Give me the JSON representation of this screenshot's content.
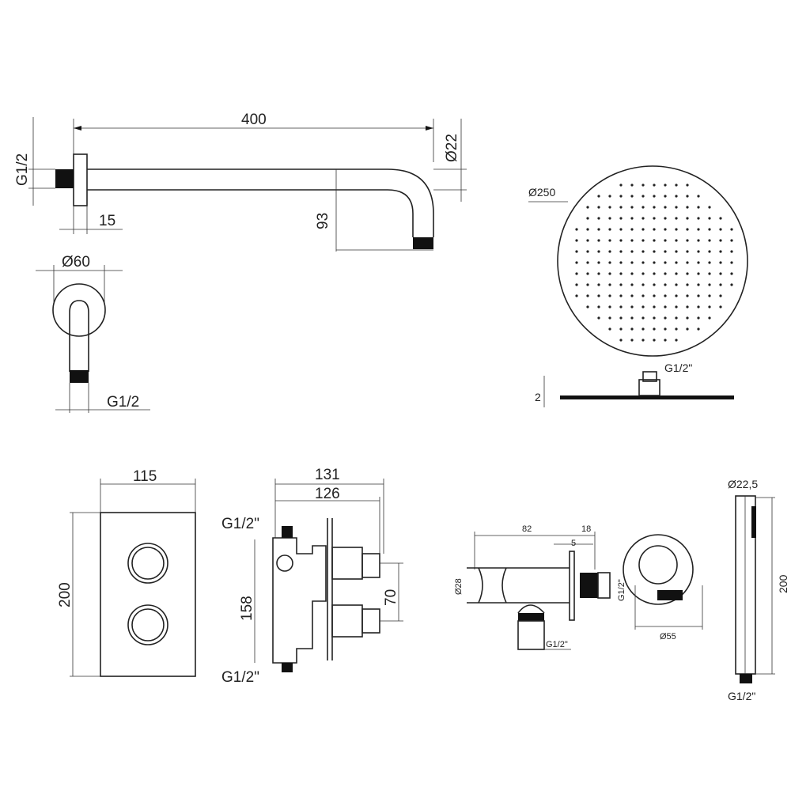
{
  "shower_arm": {
    "length": "400",
    "pipe_diameter": "Ø22",
    "thread_side": "G1/2",
    "flange_depth": "15",
    "drop": "93"
  },
  "wall_flange": {
    "diameter": "Ø60",
    "thread": "G1/2"
  },
  "shower_head": {
    "diameter": "Ø250",
    "thread": "G1/2\"",
    "thickness": "2"
  },
  "cover_plate": {
    "width": "115",
    "height": "200"
  },
  "valve_body": {
    "depth_max": "131",
    "depth_min": "126",
    "inlet_top": "G1/2\"",
    "height": "158",
    "spacing": "70",
    "inlet_bottom": "G1/2\""
  },
  "wall_outlet": {
    "length": "82",
    "flange": "18",
    "plate": "5",
    "diameter": "Ø28",
    "thread_side": "G1/2\"",
    "thread_bottom": "G1/2\""
  },
  "outlet_front": {
    "diameter": "Ø55"
  },
  "hand_shower": {
    "diameter": "Ø22,5",
    "length": "200",
    "thread": "G1/2\""
  }
}
